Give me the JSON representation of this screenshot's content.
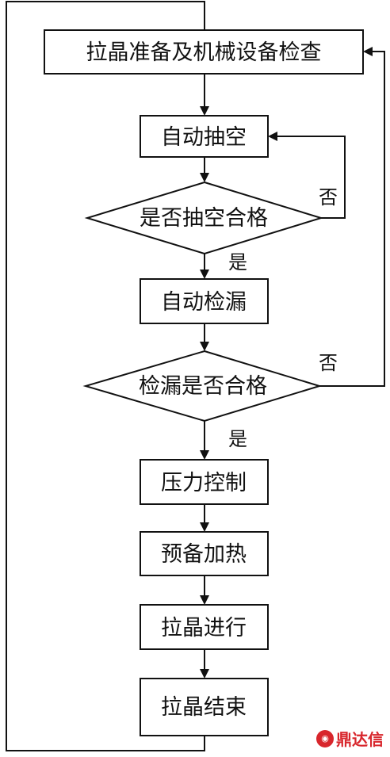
{
  "steps": {
    "prep": "拉晶准备及机械设备检查",
    "vacuum": "自动抽空",
    "vacuum_check": "是否抽空合格",
    "leak": "自动检漏",
    "leak_check": "检漏是否合格",
    "pressure": "压力控制",
    "preheat": "预备加热",
    "pulling": "拉晶进行",
    "end": "拉晶结束"
  },
  "labels": {
    "yes": "是",
    "no": "否"
  },
  "watermark": {
    "text": "鼎达信",
    "color": "#d8262c"
  }
}
